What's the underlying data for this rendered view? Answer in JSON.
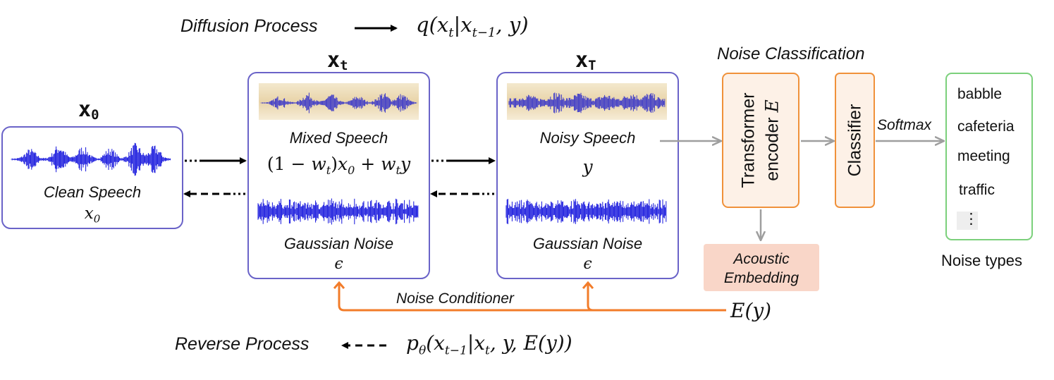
{
  "diffusion": {
    "label": "Diffusion Process",
    "formula": "q(x_t|x_{t-1}, y)"
  },
  "reverse": {
    "label": "Reverse Process",
    "formula": "p_θ(x_{t-1}|x_t, y, E(y))"
  },
  "stages": {
    "x0": {
      "symbol": "x",
      "sub": "0",
      "caption": "Clean Speech",
      "math": "x0"
    },
    "xt": {
      "symbol": "x",
      "sub": "t",
      "caption": "Mixed Speech",
      "math": "(1 − w_t)x_0 + w_t y",
      "noise_caption": "Gaussian Noise",
      "noise_math": "ϵ"
    },
    "xT": {
      "symbol": "x",
      "sub": "T",
      "caption": "Noisy Speech",
      "math": "y",
      "noise_caption": "Gaussian Noise",
      "noise_math": "ϵ"
    }
  },
  "classification": {
    "title": "Noise Classification",
    "encoder": "Transformer encoder E",
    "classifier": "Classifier",
    "softmax": "Softmax",
    "embedding": "Acoustic Embedding",
    "conditioner": "Noise Conditioner",
    "ey": "E(y)"
  },
  "noise_types": {
    "items": [
      "babble",
      "cafeteria",
      "meeting",
      "traffic",
      "⋮"
    ],
    "label": "Noise types"
  },
  "colors": {
    "stage_border": "#6a63c8",
    "orange_border": "#f0913a",
    "embedding_fill": "#f9d6c8",
    "encoder_fill": "#fdf1e7",
    "green_border": "#7bd07b",
    "gray_arrow": "#9e9e9e",
    "conditioner_arrow": "#f27c2a",
    "waveform": "#1414dc"
  }
}
